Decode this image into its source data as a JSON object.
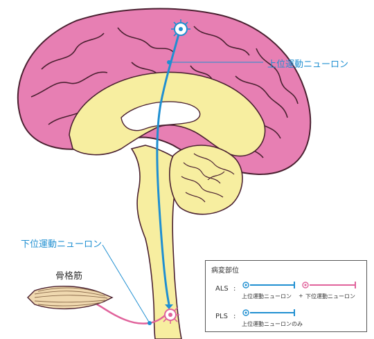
{
  "labels": {
    "upper_motor_neuron": "上位運動ニューロン",
    "lower_motor_neuron": "下位運動ニューロン",
    "skeletal_muscle": "骨格筋"
  },
  "legend": {
    "title": "病変部位",
    "als_label": "ALS",
    "als_colon": ":",
    "als_upper": "上位運動ニューロン",
    "als_plus": "+",
    "als_lower": "下位運動ニューロン",
    "pls_label": "PLS",
    "pls_colon": ":",
    "pls_text": "上位運動ニューロンのみ"
  },
  "colors": {
    "cortex_pink": "#e77fb3",
    "cortex_outline": "#5a2a3c",
    "inner_yellow": "#f7eea0",
    "neuron_blue": "#1f8fd1",
    "neuron_pink": "#e0629b",
    "muscle_beige": "#f0d9b0"
  }
}
